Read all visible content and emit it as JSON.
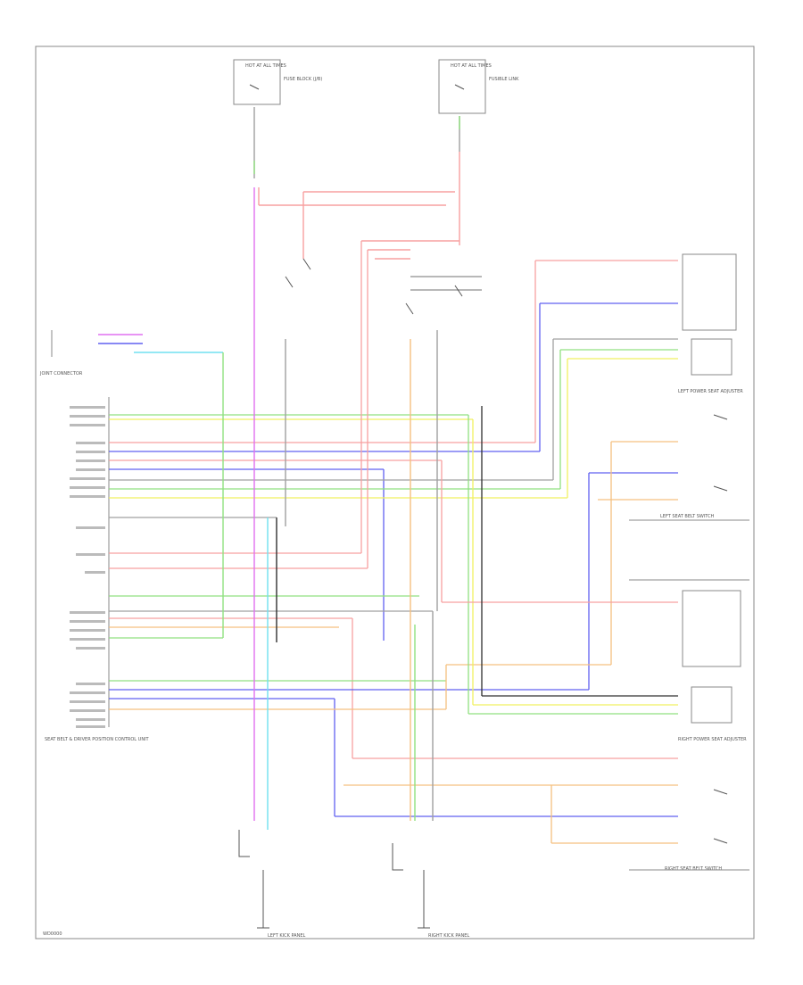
{
  "diagram": {
    "top_left_label": "HOT AT ALL TIMES",
    "top_right_label": "HOT AT ALL TIMES",
    "top_left_fuses": "FUSE BLOCK (J/B)",
    "top_right_fuses": "FUSIBLE LINK",
    "joint_connector": "JOINT CONNECTOR",
    "control_unit": "SEAT BELT & DRIVER POSITION CONTROL UNIT",
    "ground_left": "LEFT KICK PANEL",
    "ground_right": "RIGHT KICK PANEL",
    "module_left_1": "LEFT POWER SEAT ADJUSTER",
    "module_left_2": "LEFT SEAT BELT SWITCH",
    "module_right_1": "RIGHT POWER SEAT ADJUSTER",
    "module_right_2": "RIGHT SEAT BELT SWITCH",
    "footer_code": "WD0000"
  },
  "colors": {
    "red": "#f7a0a0",
    "magenta": "#e070f0",
    "blue": "#6060f0",
    "green": "#90e080",
    "yellow": "#f0f060",
    "orange": "#f5c080",
    "cyan": "#70e0f0",
    "gray": "#a0a0a0",
    "black": "#303030"
  }
}
